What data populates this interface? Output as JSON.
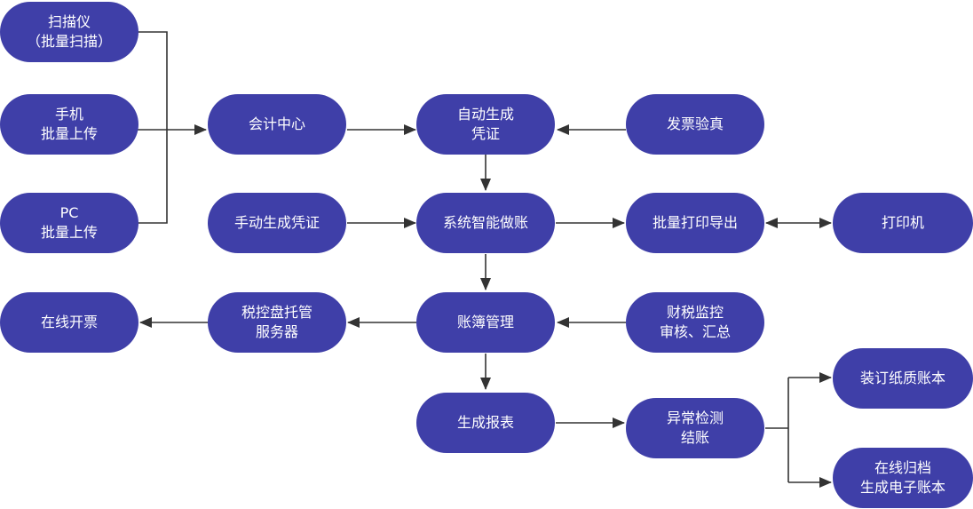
{
  "nodes": {
    "scanner": [
      "扫描仪",
      "（批量扫描）"
    ],
    "mobile": [
      "手机",
      "批量上传"
    ],
    "pc": [
      "PC",
      "批量上传"
    ],
    "accounting_center": [
      "会计中心"
    ],
    "auto_voucher": [
      "自动生成",
      "凭证"
    ],
    "invoice_verify": [
      "发票验真"
    ],
    "manual_voucher": [
      "手动生成凭证"
    ],
    "smart_booking": [
      "系统智能做账"
    ],
    "batch_print": [
      "批量打印导出"
    ],
    "printer": [
      "打印机"
    ],
    "online_invoice": [
      "在线开票"
    ],
    "tax_server": [
      "税控盘托管",
      "服务器"
    ],
    "ledger_mgmt": [
      "账簿管理"
    ],
    "tax_monitor": [
      "财税监控",
      "审核、汇总"
    ],
    "gen_reports": [
      "生成报表"
    ],
    "anomaly_check": [
      "异常检测",
      "结账"
    ],
    "bind_paper": [
      "装订纸质账本"
    ],
    "e_archive": [
      "在线归档",
      "生成电子账本"
    ]
  },
  "colors": {
    "node": "#3f3fa8",
    "line": "#333333",
    "text": "#ffffff"
  }
}
